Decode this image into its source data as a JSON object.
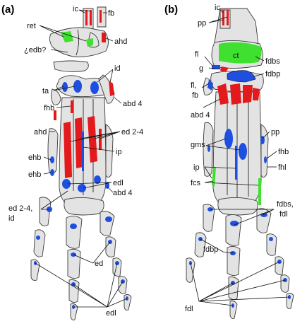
{
  "colors": {
    "bone": "#e3e3e3",
    "outline": "#3a3a3a",
    "red": "#e3191c",
    "blue": "#1f4fe0",
    "green": "#3fe02f"
  },
  "panel_a": {
    "panel_label": "(a)",
    "labels": {
      "ic": "ic",
      "fb": "fb",
      "ret": "ret",
      "ahd_top": "ahd",
      "edb": "¿edb?",
      "id": "id",
      "ta": "ta",
      "fhb": "fhb",
      "abd4_top": "abd 4",
      "ahd_mid": "ahd",
      "ed24": "ed 2-4",
      "ip": "ip",
      "ehb1": "ehb",
      "ehb2": "ehb",
      "edl_mid": "edl",
      "abd4_mid": "abd 4",
      "ed24_id_1": "ed 2-4,",
      "ed24_id_2": "id",
      "ed": "ed",
      "edl_bot": "edl"
    }
  },
  "panel_b": {
    "panel_label": "(b)",
    "labels": {
      "ic": "ic",
      "pp_top": "pp",
      "ct": "ct",
      "fl": "fl",
      "fdbs_top": "fdbs",
      "g": "g",
      "fdbp_top": "fdbp",
      "flfb_1": "fl,",
      "flfb_2": "fb",
      "abd4": "abd 4",
      "pp_mid": "pp",
      "gms": "gms",
      "fhb": "fhb",
      "ip": "ip",
      "fhl": "fhl",
      "fcs": "fcs",
      "fdbs_fdl_1": "fdbs,",
      "fdbs_fdl_2": "fdl",
      "fdbp_bot": "fdbp",
      "fdl": "fdl"
    }
  }
}
